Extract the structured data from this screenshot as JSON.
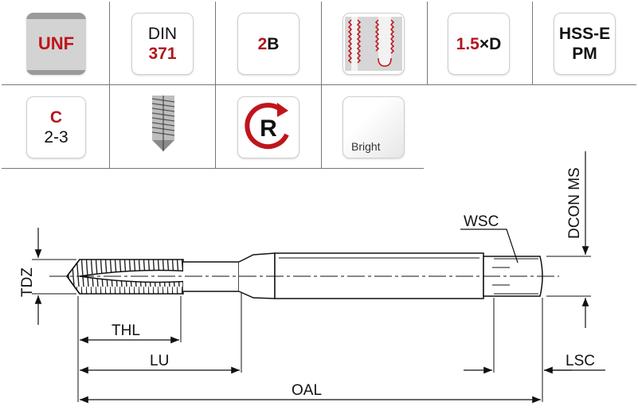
{
  "specs": {
    "thread_standard": "UNF",
    "norm_prefix": "DIN",
    "norm_number": "371",
    "tolerance_class": "2B",
    "depth_factor": "1.5",
    "depth_symbol": "×D",
    "material_line1": "HSS-E",
    "material_line2": "PM",
    "chamfer_form": "C",
    "chamfer_threads": "2-3",
    "rotation_letter": "R",
    "coating": "Bright"
  },
  "dimensions": {
    "tdz": "TDZ",
    "thl": "THL",
    "lu": "LU",
    "oal": "OAL",
    "lsc": "LSC",
    "wsc": "WSC",
    "dcon": "DCON MS"
  },
  "colors": {
    "accent_red": "#b3171d",
    "grid": "#777777"
  },
  "icons": [
    "thread-profile-icon",
    "tap-tip-icon",
    "right-hand-rotation-icon",
    "coating-swatch-icon",
    "thread-depth-icon"
  ]
}
